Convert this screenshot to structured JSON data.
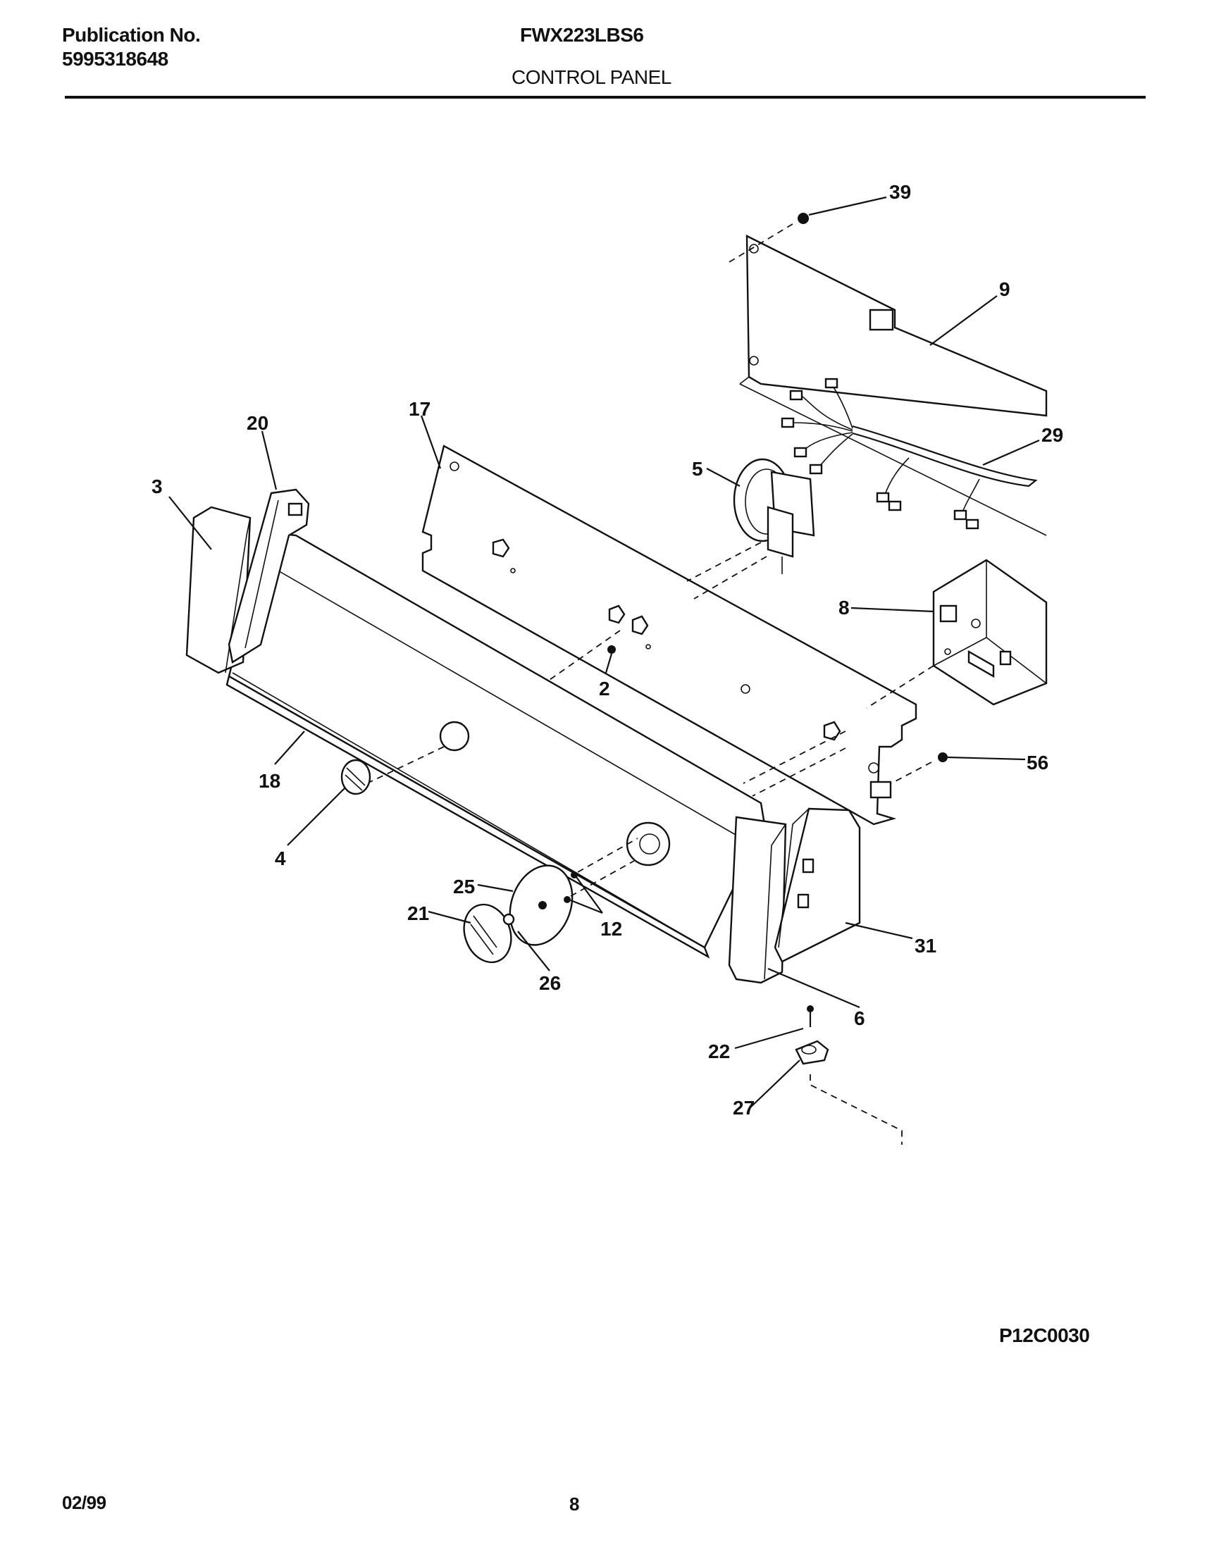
{
  "header": {
    "publication_label": "Publication No.",
    "publication_number": "5995318648",
    "model": "FWX223LBS6",
    "section_title": "CONTROL PANEL"
  },
  "diagram": {
    "callouts": [
      "39",
      "9",
      "29",
      "5",
      "17",
      "20",
      "3",
      "8",
      "2",
      "56",
      "18",
      "4",
      "25",
      "21",
      "12",
      "26",
      "31",
      "6",
      "22",
      "27"
    ]
  },
  "footer": {
    "diagram_code": "P12C0030",
    "date": "02/99",
    "page_number": "8"
  }
}
